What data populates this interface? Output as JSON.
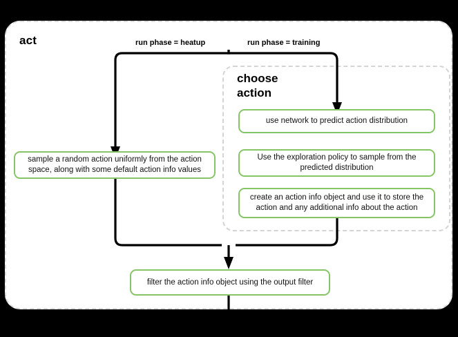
{
  "diagram": {
    "title": "act",
    "background_color": "#000000",
    "card_color": "#ffffff",
    "accent_color": "#86c565",
    "group": {
      "title": "choose\naction",
      "title_line1": "choose",
      "title_line2": "action",
      "border_style": "dashed"
    },
    "edge_labels": {
      "heatup": "run phase = heatup",
      "training": "run phase = training"
    },
    "nodes": {
      "sample_random": "sample a random action uniformly from the action space, along with some default action info values",
      "use_network": "use network to predict action distribution",
      "exploration_policy": "Use the exploration policy to sample from the predicted distribution",
      "create_action_info": "create an action info object and use it to store the action and any additional info about the action",
      "filter_output": "filter the action info object using the output filter"
    }
  }
}
